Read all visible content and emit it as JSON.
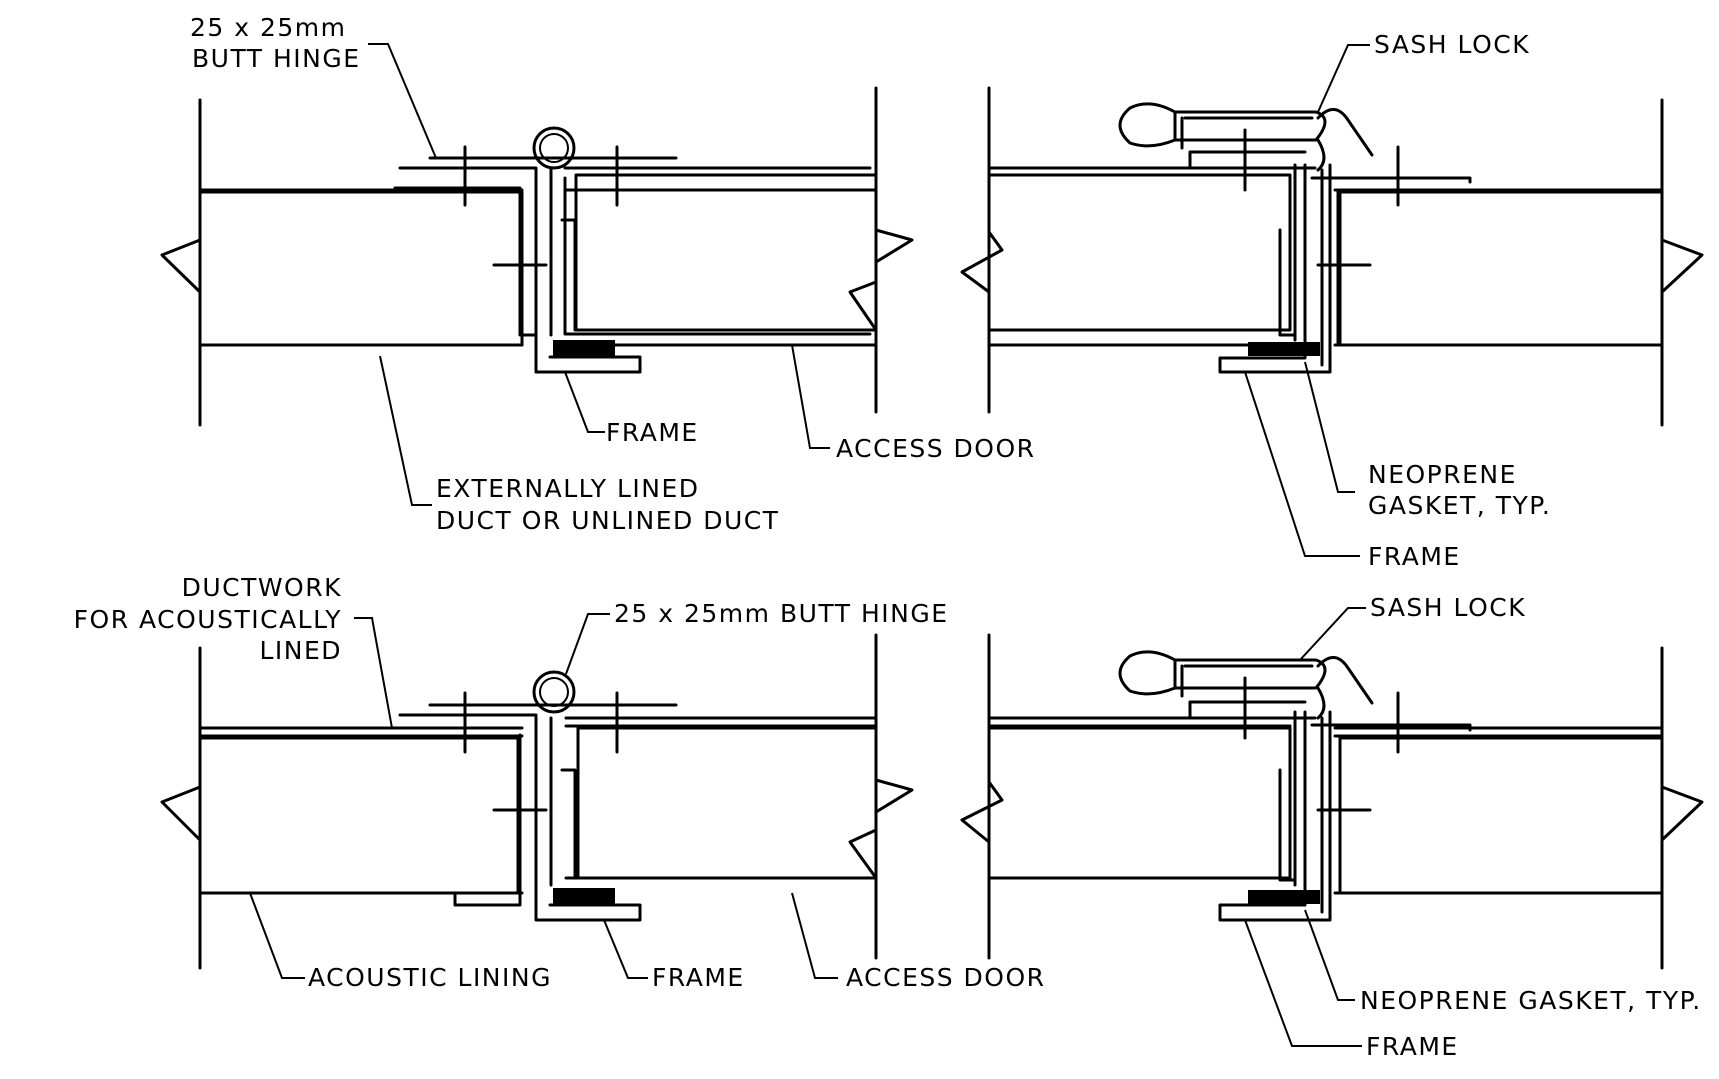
{
  "labels": {
    "tl_hinge_1": "25 x 25mm",
    "tl_hinge_2": "BUTT HINGE",
    "tl_frame": "FRAME",
    "tl_access_door": "ACCESS DOOR",
    "tl_duct_1": "EXTERNALLY LINED",
    "tl_duct_2": "DUCT OR UNLINED DUCT",
    "tr_sash_lock": "SASH LOCK",
    "tr_gasket_1": "NEOPRENE",
    "tr_gasket_2": "GASKET, TYP.",
    "tr_frame": "FRAME",
    "bl_ductwork_1": "DUCTWORK",
    "bl_ductwork_2": "FOR ACOUSTICALLY",
    "bl_ductwork_3": "LINED",
    "bl_hinge": "25 x 25mm BUTT HINGE",
    "bl_acoustic": "ACOUSTIC LINING",
    "bl_frame": "FRAME",
    "bl_access_door": "ACCESS DOOR",
    "br_sash_lock": "SASH LOCK",
    "br_gasket": "NEOPRENE GASKET, TYP.",
    "br_frame": "FRAME"
  }
}
